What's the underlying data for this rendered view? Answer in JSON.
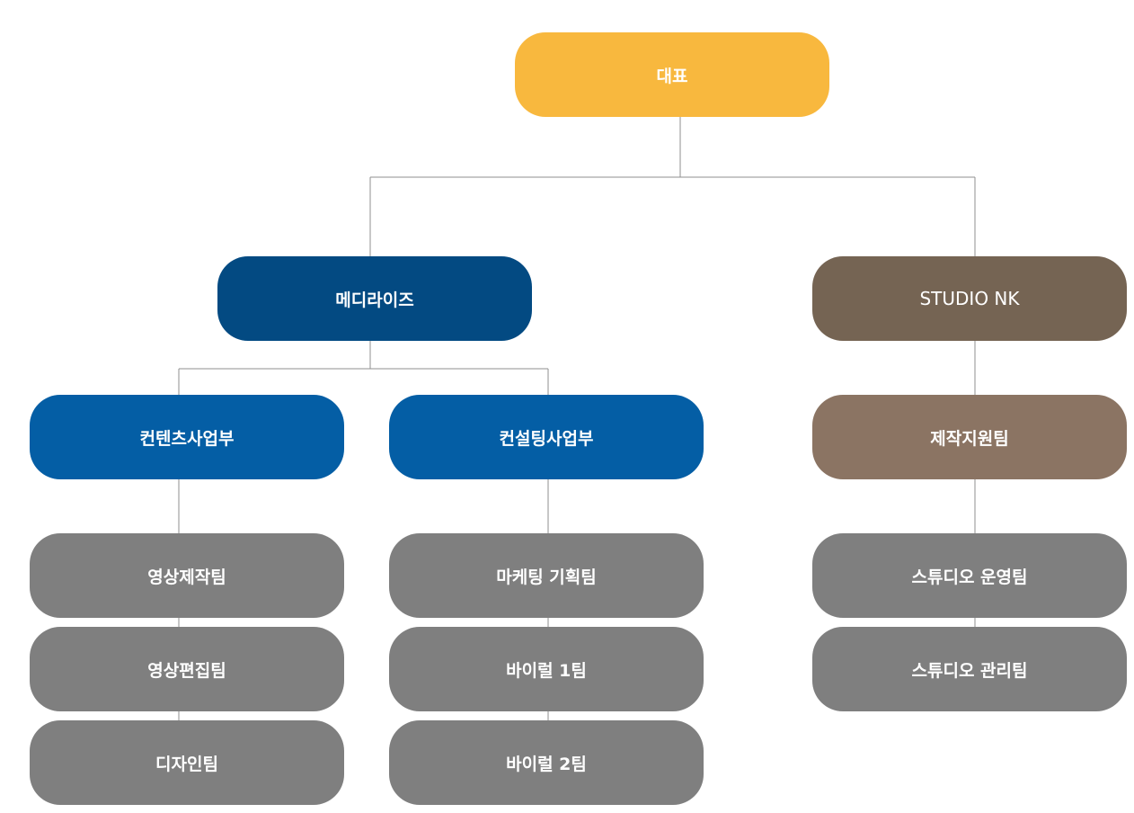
{
  "colors": {
    "ceo": "#F8B83E",
    "division_primary": "#034A82",
    "department_blue": "#045EA5",
    "division_brown": "#756453",
    "department_brown": "#8B7463",
    "team_gray": "#7F7F7F",
    "connector": "#8F8F8F"
  },
  "org": {
    "ceo": {
      "label": "대표"
    },
    "divisions": [
      {
        "label": "메디라이즈",
        "departments": [
          {
            "label": "컨텐츠사업부",
            "teams": [
              {
                "label": "영상제작팀"
              },
              {
                "label": "영상편집팀"
              },
              {
                "label": "디자인팀"
              }
            ]
          },
          {
            "label": "컨설팅사업부",
            "teams": [
              {
                "label": "마케팅 기획팀"
              },
              {
                "label": "바이럴 1팀"
              },
              {
                "label": "바이럴 2팀"
              }
            ]
          }
        ]
      },
      {
        "label": "STUDIO NK",
        "departments": [
          {
            "label": "제작지원팀",
            "teams": [
              {
                "label": "스튜디오 운영팀"
              },
              {
                "label": "스튜디오 관리팀"
              }
            ]
          }
        ]
      }
    ]
  }
}
